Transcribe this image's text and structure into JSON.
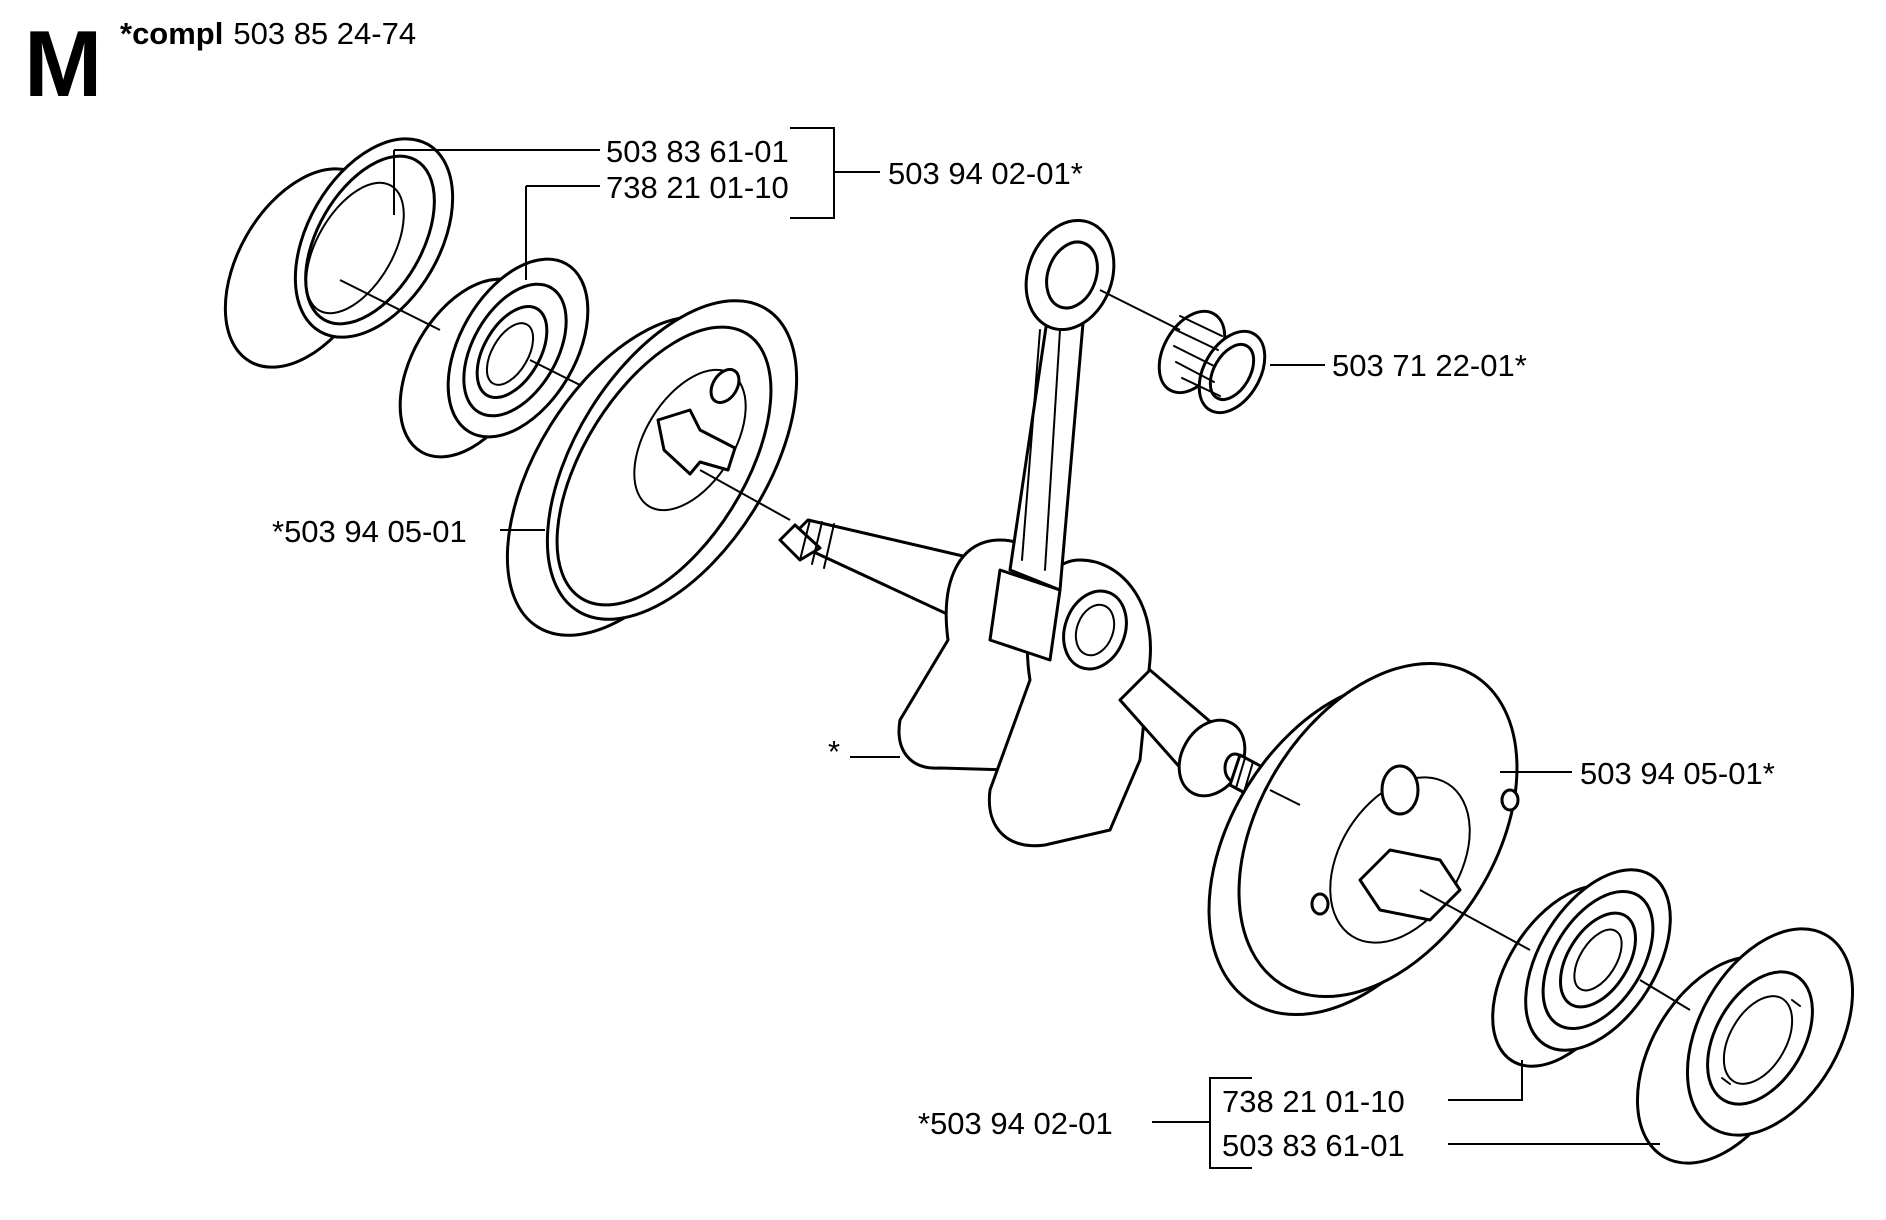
{
  "header": {
    "section_letter": "M",
    "compl_prefix": "*compl",
    "compl_number": "503 85 24-74"
  },
  "labels": {
    "bearing_housing_left_top": "503 83 61-01",
    "bearing_left_top": "738 21 01-10",
    "kit_left_top": "503 94 02-01*",
    "needle_bearing": "503 71 22-01*",
    "crank_half_left": "*503 94 05-01",
    "crankshaft_asterisk": "*",
    "crank_half_right": "503 94 05-01*",
    "kit_right_bottom": "*503 94 02-01",
    "bearing_right_bottom": "738 21 01-10",
    "bearing_housing_right_bottom": "503 83 61-01"
  }
}
